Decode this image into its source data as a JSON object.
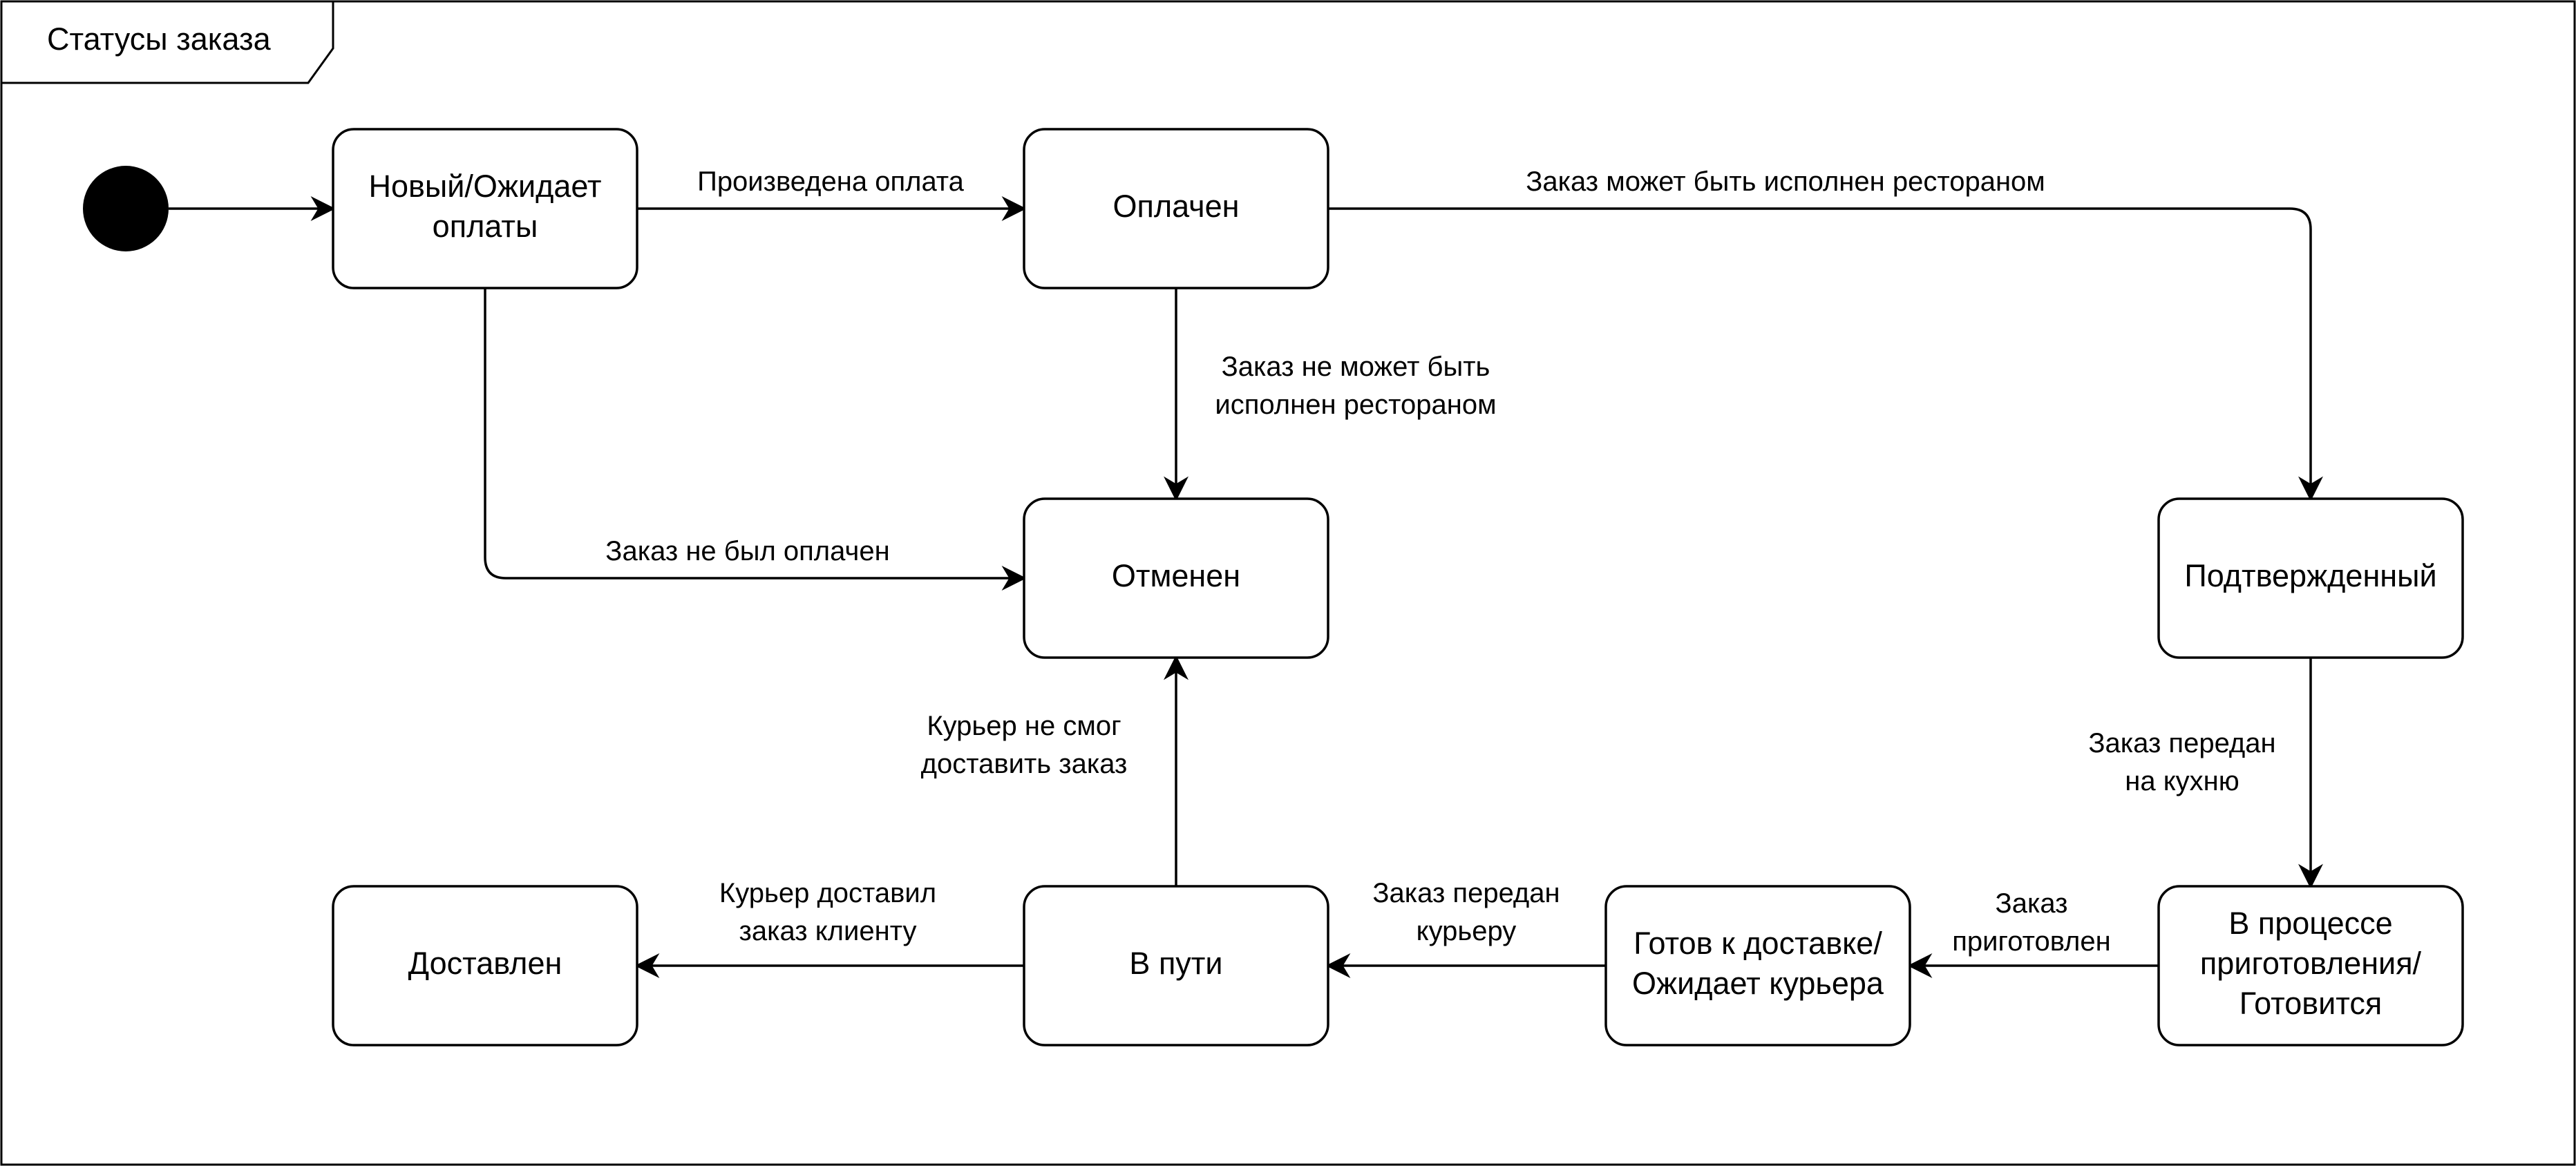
{
  "title": "Статусы заказа",
  "states": {
    "new": [
      "Новый/Ожидает",
      "оплаты"
    ],
    "paid": [
      "Оплачен"
    ],
    "cancelled": [
      "Отменен"
    ],
    "confirmed": [
      "Подтвержденный"
    ],
    "cooking": [
      "В процессе",
      "приготовления/",
      "Готовится"
    ],
    "ready": [
      "Готов к доставке/",
      "Ожидает курьера"
    ],
    "enroute": [
      "В пути"
    ],
    "delivered": [
      "Доставлен"
    ]
  },
  "transitions": {
    "new_paid": [
      "Произведена оплата"
    ],
    "paid_confirmed": [
      "Заказ может быть исполнен рестораном"
    ],
    "paid_cancelled": [
      "Заказ не может быть",
      "исполнен рестораном"
    ],
    "new_cancelled": [
      "Заказ не был оплачен"
    ],
    "confirmed_cooking": [
      "Заказ передан",
      "на кухню"
    ],
    "cooking_ready": [
      "Заказ",
      "приготовлен"
    ],
    "ready_enroute": [
      "Заказ передан",
      "курьеру"
    ],
    "enroute_delivered": [
      "Курьер доставил",
      "заказ клиенту"
    ],
    "enroute_cancelled": [
      "Курьер не смог",
      "доставить заказ"
    ]
  }
}
